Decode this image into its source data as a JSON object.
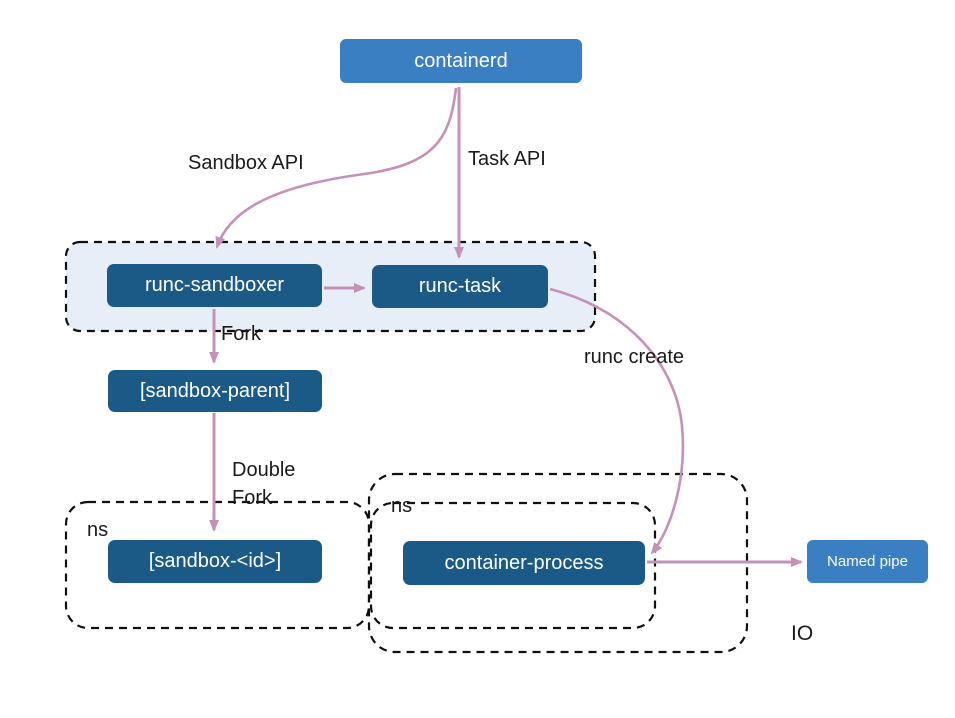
{
  "diagram": {
    "nodes": {
      "containerd": "containerd",
      "runc_sandboxer": "runc-sandboxer",
      "runc_task": "runc-task",
      "sandbox_parent": "[sandbox-parent]",
      "sandbox_id": "[sandbox-<id>]",
      "container_process": "container-process",
      "named_pipe": "Named pipe"
    },
    "labels": {
      "sandbox_api": "Sandbox API",
      "task_api": "Task API",
      "fork": "Fork",
      "double_fork": "Double Fork",
      "runc_create": "runc create",
      "ns_left": "ns",
      "ns_right": "ns",
      "io": "IO"
    },
    "colors": {
      "node_blue": "#3a7fc2",
      "node_dark_blue": "#1b5a86",
      "group_fill": "#e8eef7",
      "arrow": "#c491b9",
      "dash": "#111111"
    }
  }
}
